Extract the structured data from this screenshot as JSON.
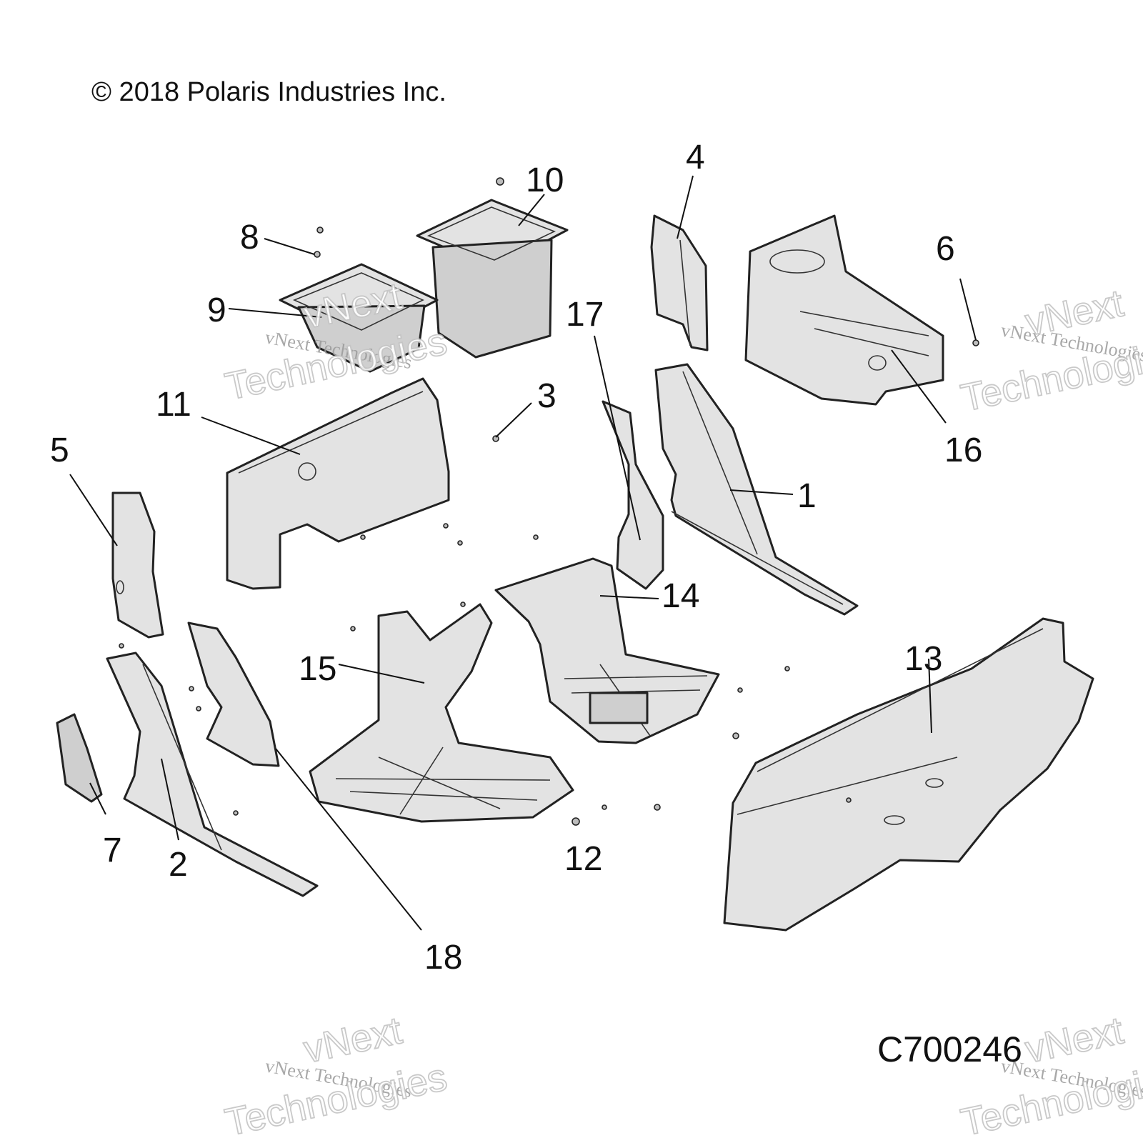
{
  "copyright": "© 2018 Polaris Industries Inc.",
  "figure_id": "C700246",
  "watermark": {
    "line1": "vNext Technologies",
    "line2": "vNext",
    "line3": "Technologies"
  },
  "callouts": [
    {
      "id": "1",
      "label": "1"
    },
    {
      "id": "2",
      "label": "2"
    },
    {
      "id": "3",
      "label": "3"
    },
    {
      "id": "4",
      "label": "4"
    },
    {
      "id": "5",
      "label": "5"
    },
    {
      "id": "6",
      "label": "6"
    },
    {
      "id": "7",
      "label": "7"
    },
    {
      "id": "8",
      "label": "8"
    },
    {
      "id": "9",
      "label": "9"
    },
    {
      "id": "10",
      "label": "10"
    },
    {
      "id": "11",
      "label": "11"
    },
    {
      "id": "12",
      "label": "12"
    },
    {
      "id": "13",
      "label": "13"
    },
    {
      "id": "14",
      "label": "14"
    },
    {
      "id": "15",
      "label": "15"
    },
    {
      "id": "16",
      "label": "16"
    },
    {
      "id": "17",
      "label": "17"
    },
    {
      "id": "18",
      "label": "18"
    }
  ]
}
